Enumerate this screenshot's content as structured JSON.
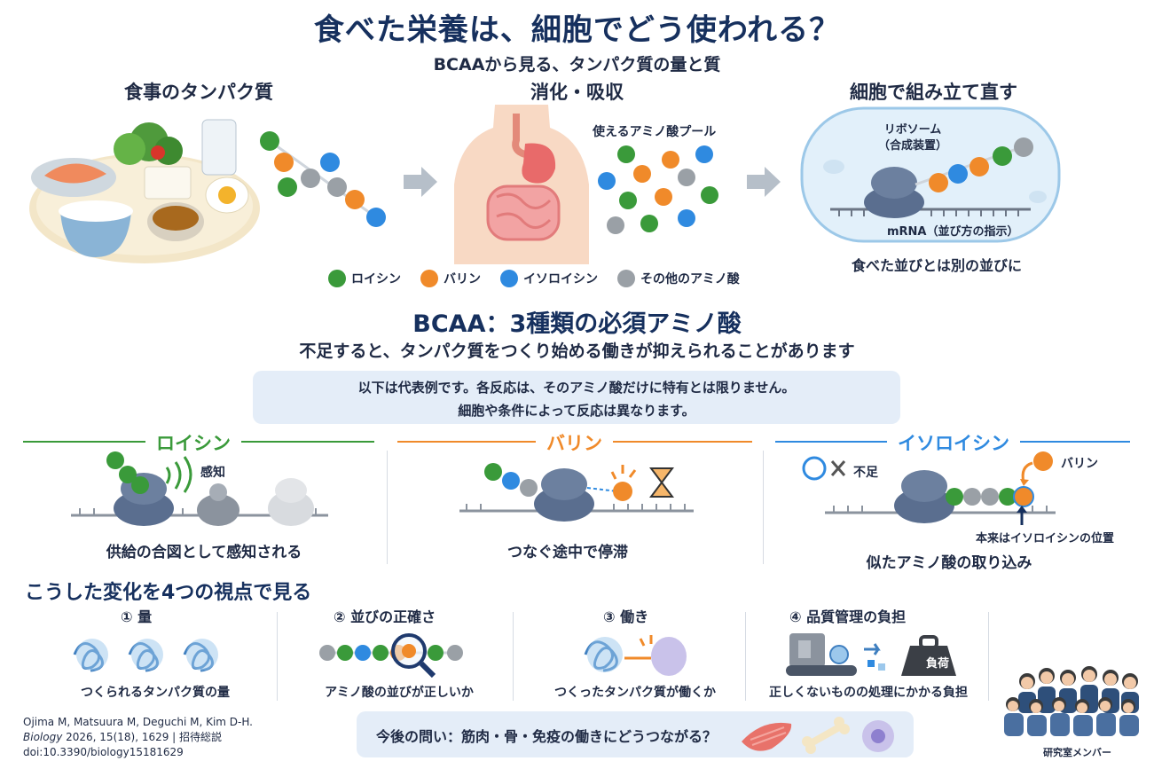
{
  "header": {
    "title": "食べた栄養は、細胞でどう使われる？",
    "subtitle": "BCAAから見る、タンパク質の量と質"
  },
  "flow": {
    "meal_title": "食事のタンパク質",
    "digest_title": "消化・吸収",
    "pool_label": "使えるアミノ酸プール",
    "cell_title": "細胞で組み立て直す",
    "ribosome_label_1": "リボソーム",
    "ribosome_label_2": "（合成装置）",
    "mrna_label": "mRNA（並び方の指示）",
    "cell_caption": "食べた並びとは別の並びに"
  },
  "legend": [
    {
      "label": "ロイシン",
      "color": "#3a9a3a"
    },
    {
      "label": "バリン",
      "color": "#f08a2a"
    },
    {
      "label": "イソロイシン",
      "color": "#2f8ae0"
    },
    {
      "label": "その他のアミノ酸",
      "color": "#9aa0a6"
    }
  ],
  "bcaa": {
    "title": "BCAA：3種類の必須アミノ酸",
    "subtitle": "不足すると、タンパク質をつくり始める働きが抑えられることがあります",
    "note_line1": "以下は代表例です。各反応は、そのアミノ酸だけに特有とは限りません。",
    "note_line2": "細胞や条件によって反応は異なります。"
  },
  "sections": {
    "leucine": {
      "title": "ロイシン",
      "sense_label": "感知",
      "caption": "供給の合図として感知される",
      "color": "#3a9a3a"
    },
    "valine": {
      "title": "バリン",
      "caption": "つなぐ途中で停滞",
      "color": "#f08a2a"
    },
    "isoleucine": {
      "title": "イソロイシン",
      "shortage_label": "不足",
      "valine_label": "バリン",
      "position_label": "本来はイソロイシンの位置",
      "caption": "似たアミノ酸の取り込み",
      "color": "#2f8ae0"
    }
  },
  "perspectives": {
    "title": "こうした変化を4つの視点で見る",
    "items": [
      {
        "num": "①",
        "title": "量",
        "caption": "つくられるタンパク質の量"
      },
      {
        "num": "②",
        "title": "並びの正確さ",
        "caption": "アミノ酸の並びが正しいか"
      },
      {
        "num": "③",
        "title": "働き",
        "caption": "つくったタンパク質が働くか"
      },
      {
        "num": "④",
        "title": "品質管理の負担",
        "caption": "正しくないものの処理にかかる負担"
      }
    ],
    "weight_label": "負荷"
  },
  "citation": {
    "line1": "Ojima M, Matsuura M, Deguchi M, Kim D-H.",
    "journal": "Biology",
    "line2_rest": " 2026, 15(18), 1629 | 招待総説",
    "line3": "doi:10.3390/biology15181629"
  },
  "question": "今後の問い：筋肉・骨・免疫の働きにどうつながる？",
  "lab_label": "研究室メンバー"
}
